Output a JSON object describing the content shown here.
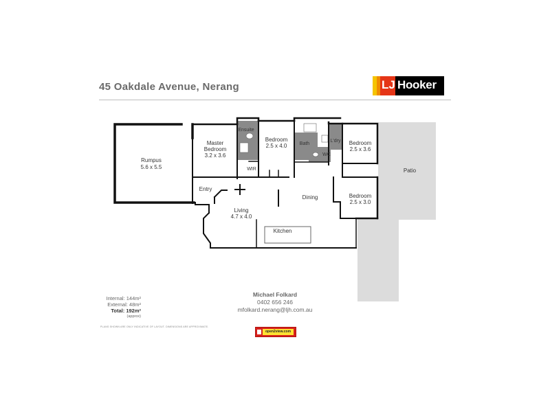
{
  "header": {
    "address": "45 Oakdale Avenue, Nerang",
    "logo_text_lj": "LJ",
    "logo_text_brand": "Hooker"
  },
  "rooms": {
    "rumpus": {
      "name": "Rumpus",
      "dims": "5.6 x 5.5"
    },
    "master": {
      "name": "Master",
      "name2": "Bedroom",
      "dims": "3.2 x 3.6"
    },
    "ensuite": {
      "name": "Ensuite"
    },
    "wir": {
      "name": "WIR"
    },
    "bedroom_a": {
      "name": "Bedroom",
      "dims": "2.5 x 4.0"
    },
    "bath": {
      "name": "Bath"
    },
    "ldry": {
      "name": "L'dry"
    },
    "wc": {
      "name": "WC"
    },
    "bedroom_b": {
      "name": "Bedroom",
      "dims": "2.5 x 3.6"
    },
    "bedroom_c": {
      "name": "Bedroom",
      "dims": "2.5 x 3.0"
    },
    "patio": {
      "name": "Patio"
    },
    "entry": {
      "name": "Entry"
    },
    "living": {
      "name": "Living",
      "dims": "4.7 x 4.0"
    },
    "dining": {
      "name": "Dining"
    },
    "kitchen": {
      "name": "Kitchen"
    }
  },
  "areas": {
    "internal": "Internal: 144m²",
    "external": "External: 48m²",
    "total": "Total: 192m²",
    "approx": "(approx)"
  },
  "agent": {
    "name": "Michael Folkard",
    "phone": "0402 656 246",
    "email": "mfolkard.nerang@ljh.com.au"
  },
  "disclaimer": "PLANS SHOWN ARE ONLY INDICATIVE OF LAYOUT. DIMENSIONS ARE APPROXIMATE.",
  "badge": "open2view.com",
  "colors": {
    "wall": "#111111",
    "patio": "#dcdcdc",
    "wet_area": "#8a8a8a",
    "brand_red": "#e53517",
    "brand_orange": "#f08c00",
    "brand_yellow": "#f5c400"
  }
}
